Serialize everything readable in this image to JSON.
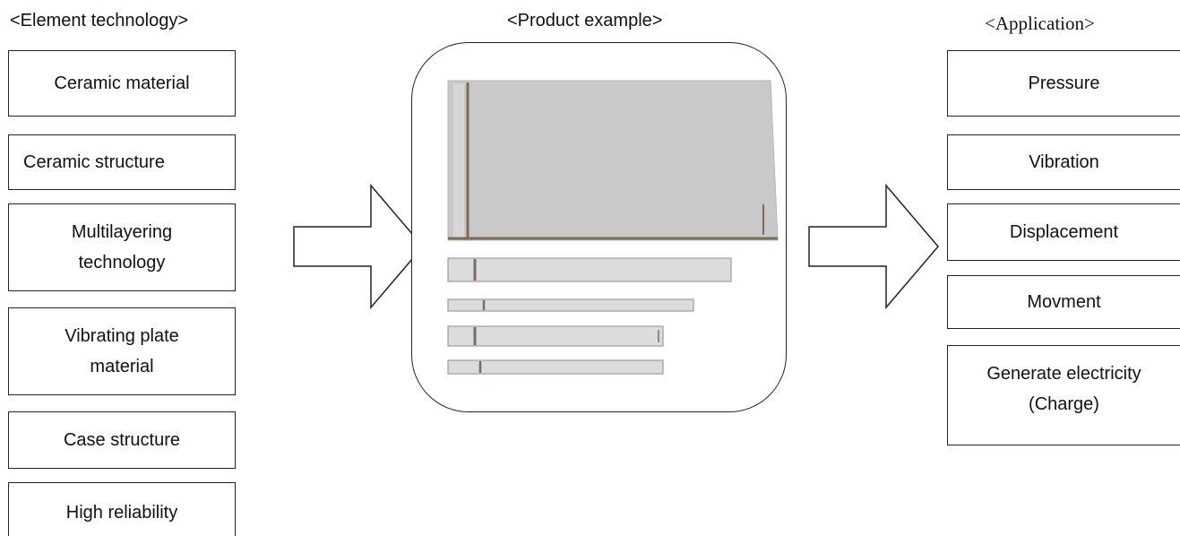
{
  "headings": {
    "element_technology": "<Element technology>",
    "product_example": "<Product example>",
    "application": "<Application>"
  },
  "element_technology": [
    "Ceramic material",
    "Ceramic structure",
    "Multilayering\ntechnology",
    "Vibrating plate\nmaterial",
    "Case structure",
    "High reliability"
  ],
  "application": [
    "Pressure",
    "Vibration",
    "Displacement",
    "Movment",
    "Generate electricity\n(Charge)"
  ],
  "colors": {
    "line": "#222222",
    "plate_fill": "#c9c9c9",
    "plate_edge": "#7d6a5c",
    "strip_fill": "#dcdcdc"
  }
}
